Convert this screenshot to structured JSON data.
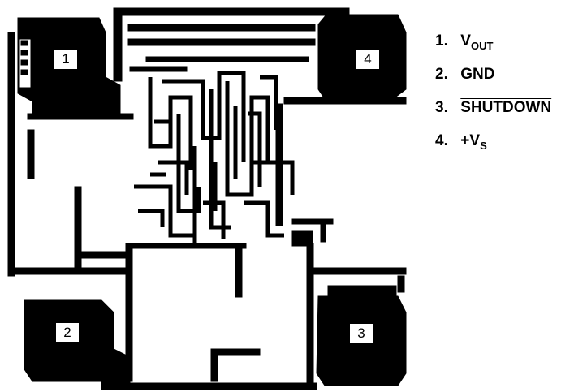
{
  "pads": [
    {
      "label": "1"
    },
    {
      "label": "4"
    },
    {
      "label": "2"
    },
    {
      "label": "3"
    }
  ],
  "legend": [
    {
      "num": "1.",
      "main": "V",
      "sub": "OUT"
    },
    {
      "num": "2.",
      "main": "GND",
      "sub": ""
    },
    {
      "num": "3.",
      "main": "SHUTDOWN",
      "sub": "",
      "overline": true
    },
    {
      "num": "4.",
      "main": "+V",
      "sub": "S"
    }
  ]
}
